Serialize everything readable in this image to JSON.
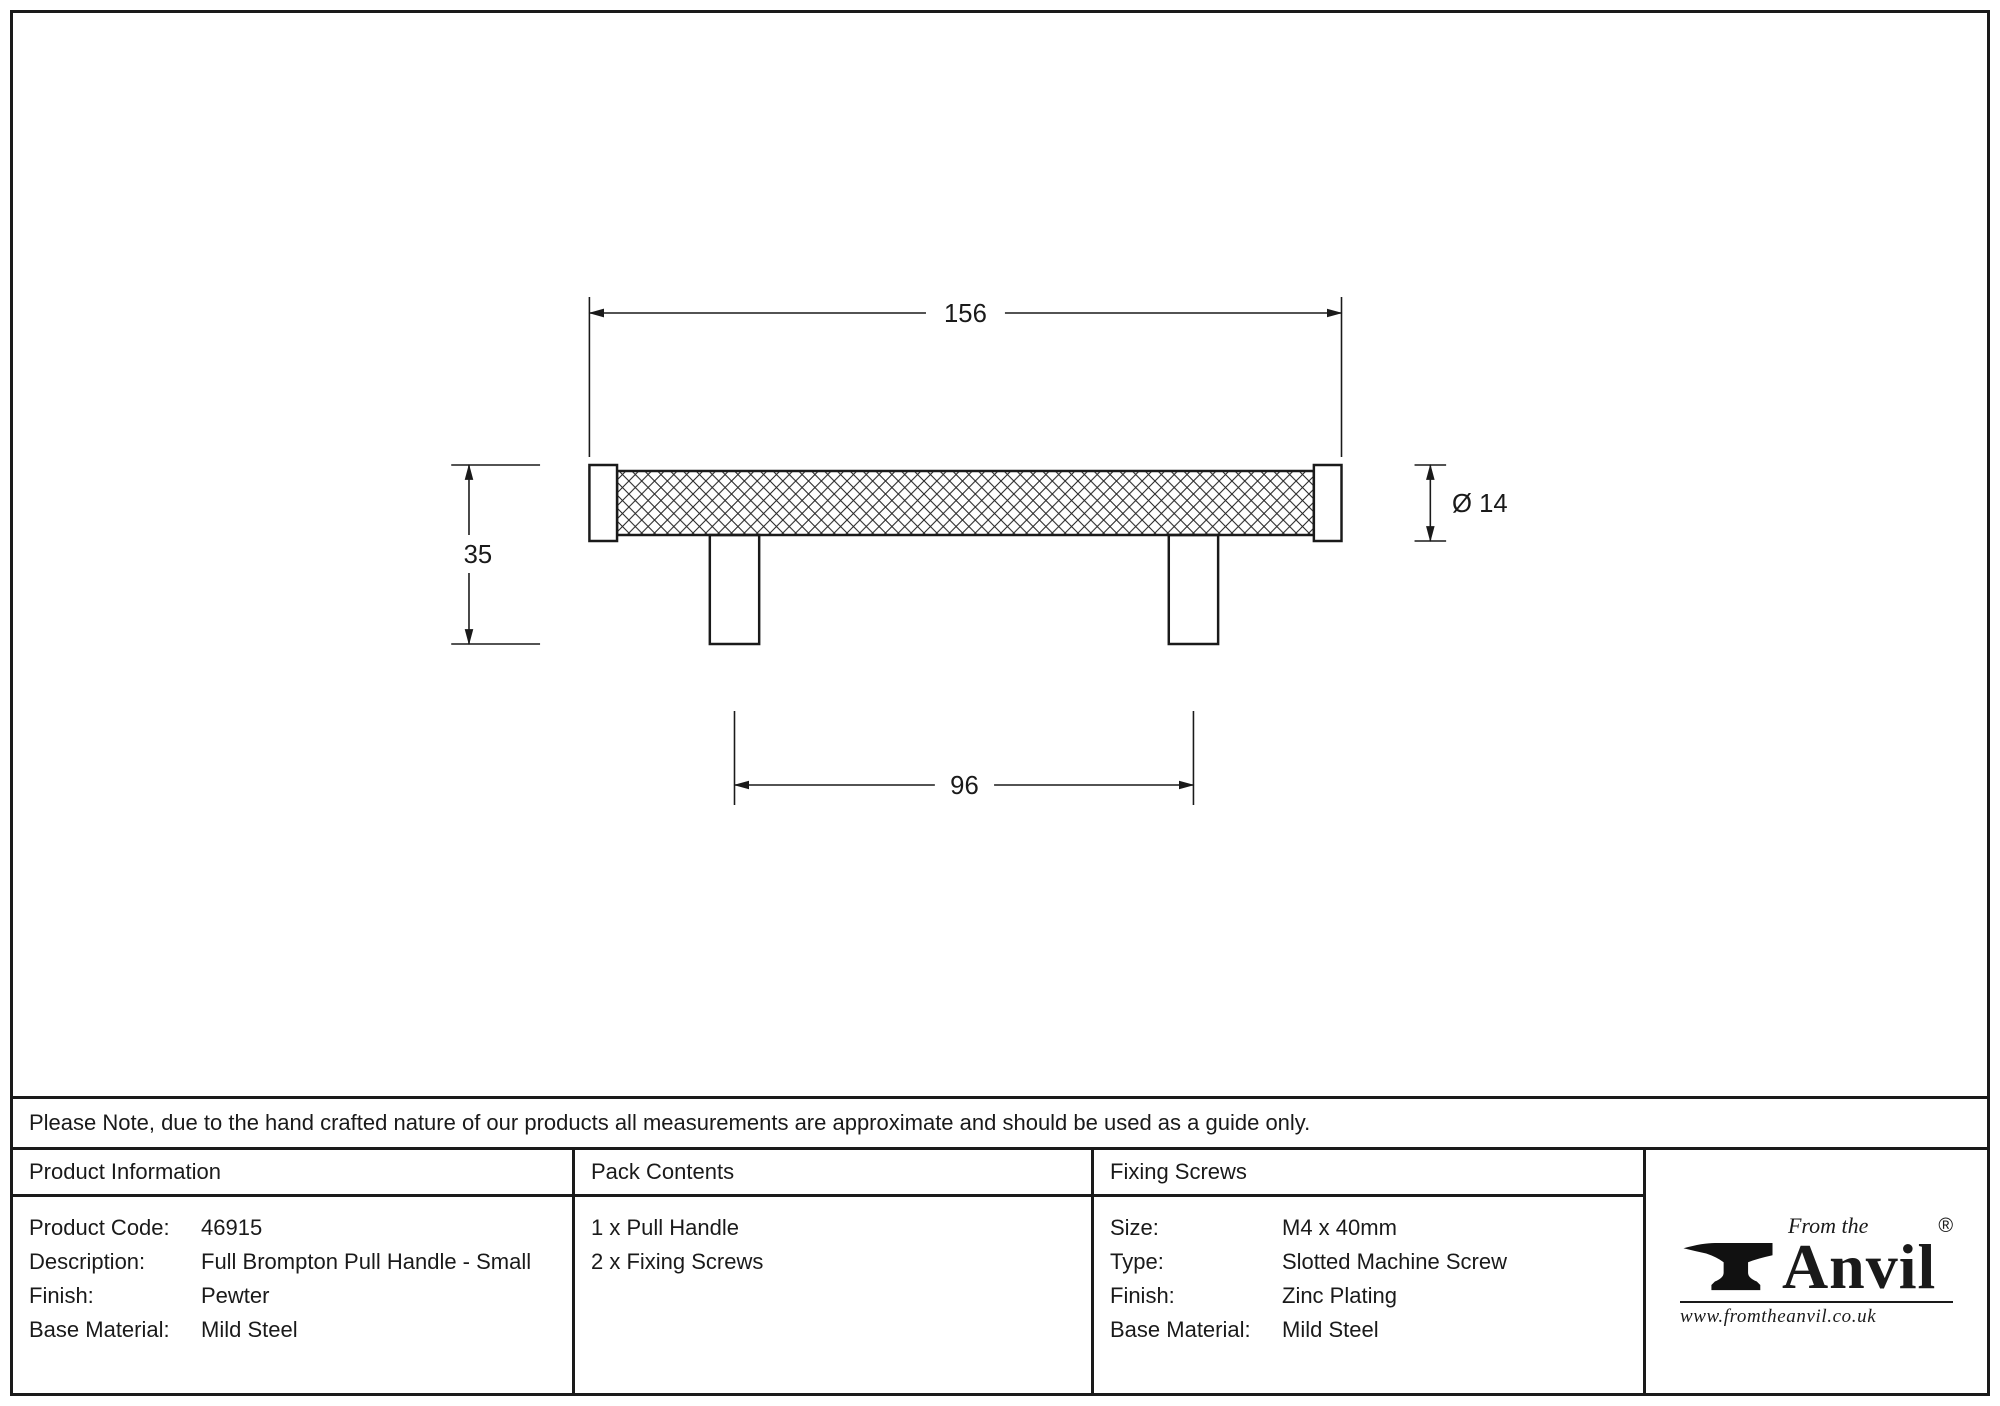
{
  "colors": {
    "line": "#1a1a1a",
    "background": "#ffffff"
  },
  "drawing": {
    "dims": {
      "overall_length": "156",
      "height": "35",
      "diameter": "Ø 14",
      "fixing_centres": "96"
    }
  },
  "note": "Please Note, due to the hand crafted nature of our products all measurements are approximate and should be used as a guide only.",
  "product_info": {
    "header": "Product Information",
    "rows": [
      {
        "label": "Product Code:",
        "value": "46915"
      },
      {
        "label": "Description:",
        "value": "Full Brompton Pull Handle - Small"
      },
      {
        "label": "Finish:",
        "value": "Pewter"
      },
      {
        "label": "Base Material:",
        "value": "Mild Steel"
      }
    ]
  },
  "pack_contents": {
    "header": "Pack Contents",
    "items": [
      "1 x Pull Handle",
      "2 x Fixing Screws"
    ]
  },
  "fixing_screws": {
    "header": "Fixing Screws",
    "rows": [
      {
        "label": "Size:",
        "value": "M4 x 40mm"
      },
      {
        "label": "Type:",
        "value": "Slotted Machine Screw"
      },
      {
        "label": "Finish:",
        "value": "Zinc Plating"
      },
      {
        "label": "Base Material:",
        "value": "Mild Steel"
      }
    ]
  },
  "logo": {
    "tagline": "From the",
    "brand": "Anvil",
    "registered": "®",
    "website": "www.fromtheanvil.co.uk"
  }
}
